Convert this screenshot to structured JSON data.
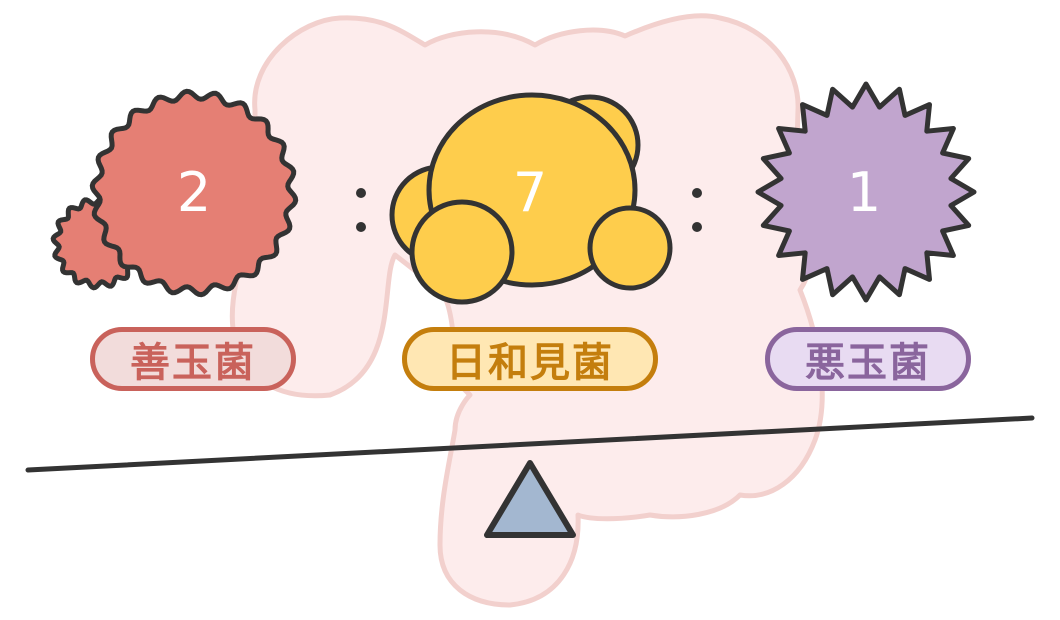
{
  "illustration": {
    "topic": "gut flora balance",
    "ratio_separator": ":",
    "groups": [
      {
        "key": "good",
        "number": "2",
        "label": "善玉菌",
        "fill": "#E57F74",
        "label_bg": "#F2DCDB",
        "label_border": "#C9625B",
        "label_text": "#C9625B"
      },
      {
        "key": "neutral",
        "number": "7",
        "label": "日和見菌",
        "fill": "#FECD4C",
        "label_bg": "#FFE7B3",
        "label_border": "#C47E0D",
        "label_text": "#C47E0D"
      },
      {
        "key": "bad",
        "number": "1",
        "label": "悪玉菌",
        "fill": "#C1A5CE",
        "label_bg": "#E8DBF2",
        "label_border": "#8A659D",
        "label_text": "#8A659D"
      }
    ],
    "colors": {
      "intestine_fill": "#FDECEC",
      "intestine_stroke": "#F2D0CD",
      "outline": "#333333",
      "fulcrum": "#A3B7D0",
      "beam": "#333333"
    }
  }
}
